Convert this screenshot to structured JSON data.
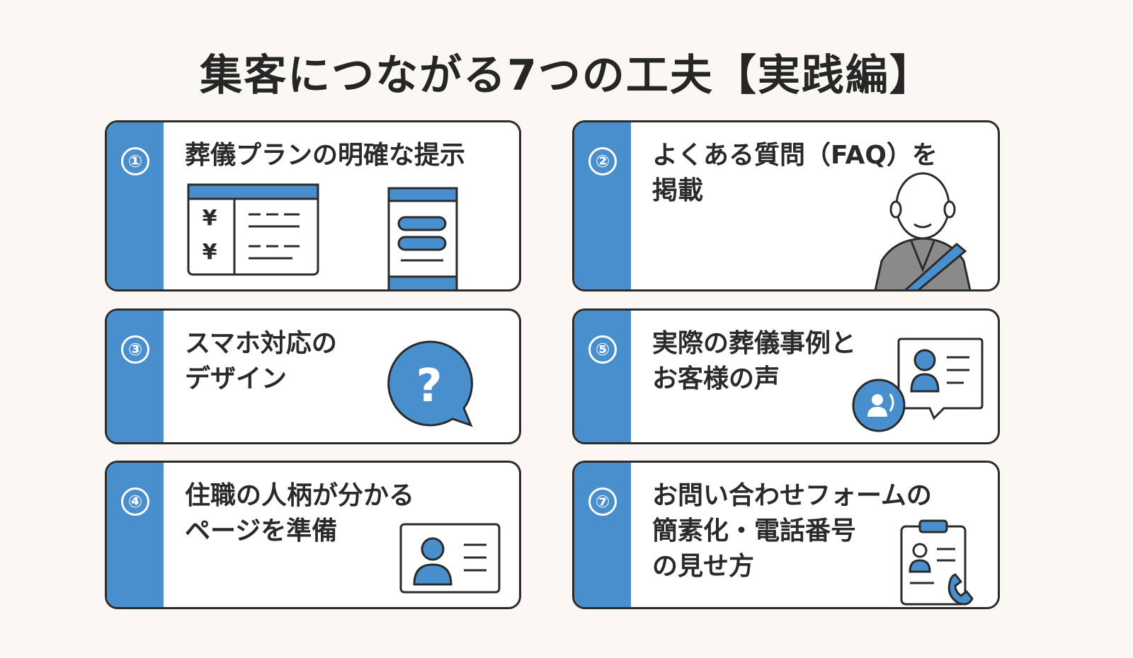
{
  "title": "集客につながる7つの工夫【実践編】",
  "cards": [
    {
      "number": "①",
      "lines": [
        "葬儀プランの明確な提示"
      ]
    },
    {
      "number": "②",
      "lines": [
        "よくある質問（FAQ）を",
        "掲載"
      ]
    },
    {
      "number": "③",
      "lines": [
        "スマホ対応の",
        "デザイン"
      ]
    },
    {
      "number": "⑤",
      "lines": [
        "実際の葬儀事例と",
        "お客様の声"
      ]
    },
    {
      "number": "④",
      "lines": [
        "住職の人柄が分かる",
        "ページを準備"
      ]
    },
    {
      "number": "⑦",
      "lines": [
        "お問い合わせフォームの",
        "簡素化・電話番号",
        "の見せ方"
      ]
    }
  ],
  "price_table_marks": [
    "¥",
    "¥"
  ],
  "question_mark": "?",
  "icons": [
    "price-table-icon",
    "phone-list-icon",
    "monk-icon",
    "question-bubble-icon",
    "testimonial-icon",
    "profile-card-icon",
    "contact-form-icon"
  ],
  "colors": {
    "accent": "#4a8fcd",
    "border": "#2b2b2b",
    "background": "#fbf8f3",
    "robe": "#8a8a8a"
  }
}
